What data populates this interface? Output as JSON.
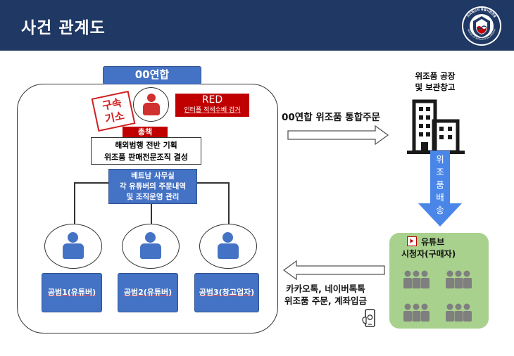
{
  "header": {
    "title": "사건 관계도",
    "emblem_text": "지식재산처 특별사법경찰",
    "emblem_english": "MINISTRY OF INTELLECTUAL PROPERTY"
  },
  "group": {
    "label": "00연합",
    "arrest_stamp": "구속\n기소",
    "red_title": "RED",
    "red_subtitle": "인터폴 적색수배 검거",
    "leader_role": "총책",
    "plan_text": "해외범행 전반 기획\n위조품 판매전문조직 결성",
    "office_text": "베트남 사무실\n각 유튜버의 주문내역\n및 조직운영 관리",
    "members": [
      {
        "label": "공범1(유튜버)"
      },
      {
        "label": "공범2(유튜버)"
      },
      {
        "label": "공범3(창고업자)"
      }
    ]
  },
  "flow": {
    "order_label": "00연합 위조품 통합주문",
    "factory_label": "위조품 공장\n및 보관창고",
    "shipping_label": "위\n조\n품\n배\n송",
    "buyer_youtube": "유튜브",
    "buyer_viewers": "시청자(구매자)",
    "buyer_order_text": "카카오톡, 네이버톡톡\n위조품 주문, 계좌입금"
  },
  "colors": {
    "header_bg": "#1f3864",
    "box_blue": "#4472c4",
    "alert_red": "#c00000",
    "buyer_green": "#a9d18e",
    "arrow_blue": "#4a86e8"
  },
  "icons": [
    "person-icon",
    "factory-building-icon",
    "youtube-play-icon",
    "viewer-group-icon",
    "mobile-payment-icon",
    "arrow-right-icon",
    "arrow-left-icon",
    "arrow-down-icon"
  ]
}
